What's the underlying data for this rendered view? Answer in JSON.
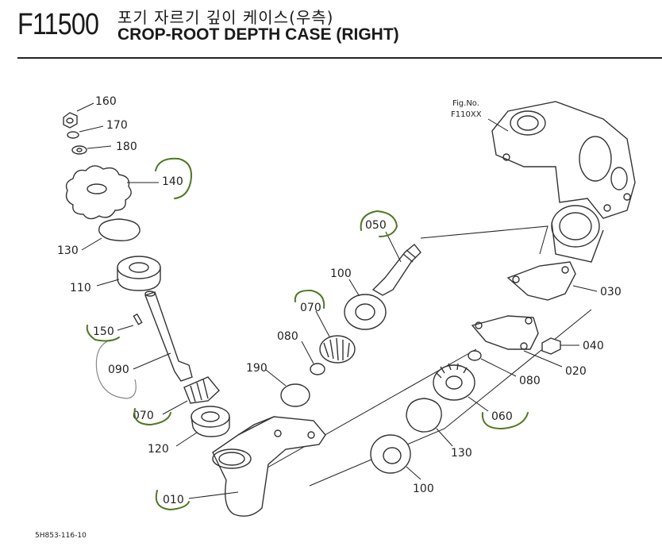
{
  "header": {
    "code": "F11500",
    "title_ko": "포기 자르기 깊이 케이스(우측)",
    "title_en": "CROP-ROOT DEPTH CASE (RIGHT)"
  },
  "figure_ref": {
    "line1": "Fig.No.",
    "line2": "F110XX"
  },
  "parts": {
    "p160": "160",
    "p170": "170",
    "p180": "180",
    "p140": "140",
    "p130a": "130",
    "p110": "110",
    "p150": "150",
    "p090": "090",
    "p070a": "070",
    "p120": "120",
    "p010": "010",
    "p050": "050",
    "p100a": "100",
    "p070b": "070",
    "p080a": "080",
    "p190": "190",
    "p030": "030",
    "p040": "040",
    "p020": "020",
    "p080b": "080",
    "p060": "060",
    "p130b": "130",
    "p100b": "100"
  },
  "footer": "5H853-116-10",
  "colors": {
    "ink": "#222222",
    "highlight_marker": "#4d7a1f",
    "pencil": "#888888"
  }
}
